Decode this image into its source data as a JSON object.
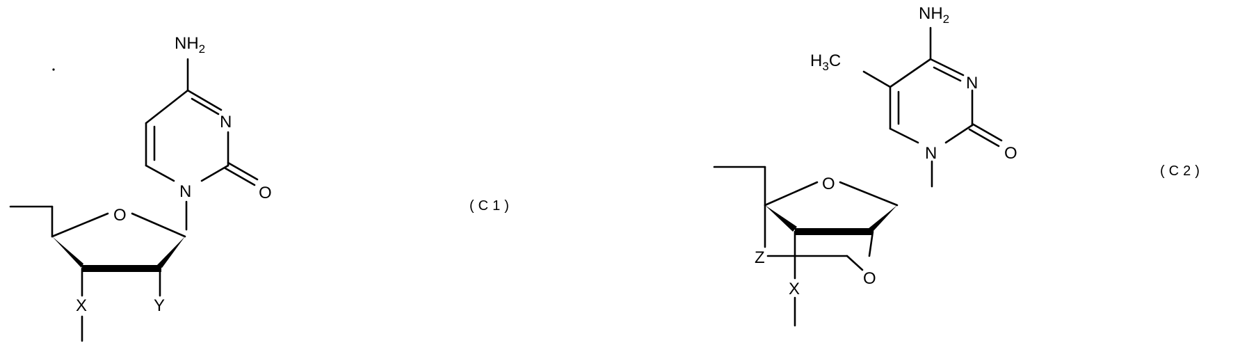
{
  "compounds": [
    {
      "id": "c1",
      "label": "(C1)",
      "atoms": {
        "amine_n": "NH",
        "amine_sub": "2",
        "ring_n": "N",
        "glycosyl_n": "N",
        "carbonyl_o": "O",
        "ring_o": "O",
        "sub_x": "X",
        "sub_y": "Y"
      }
    },
    {
      "id": "c2",
      "label": "(C2)",
      "atoms": {
        "amine_n": "NH",
        "amine_sub": "2",
        "methyl_h": "H",
        "methyl_sub": "3",
        "methyl_c": "C",
        "ring_n": "N",
        "glycosyl_n": "N",
        "carbonyl_o": "O",
        "ring_o": "O",
        "bridge_o": "O",
        "sub_z": "Z",
        "sub_x": "X"
      }
    }
  ]
}
